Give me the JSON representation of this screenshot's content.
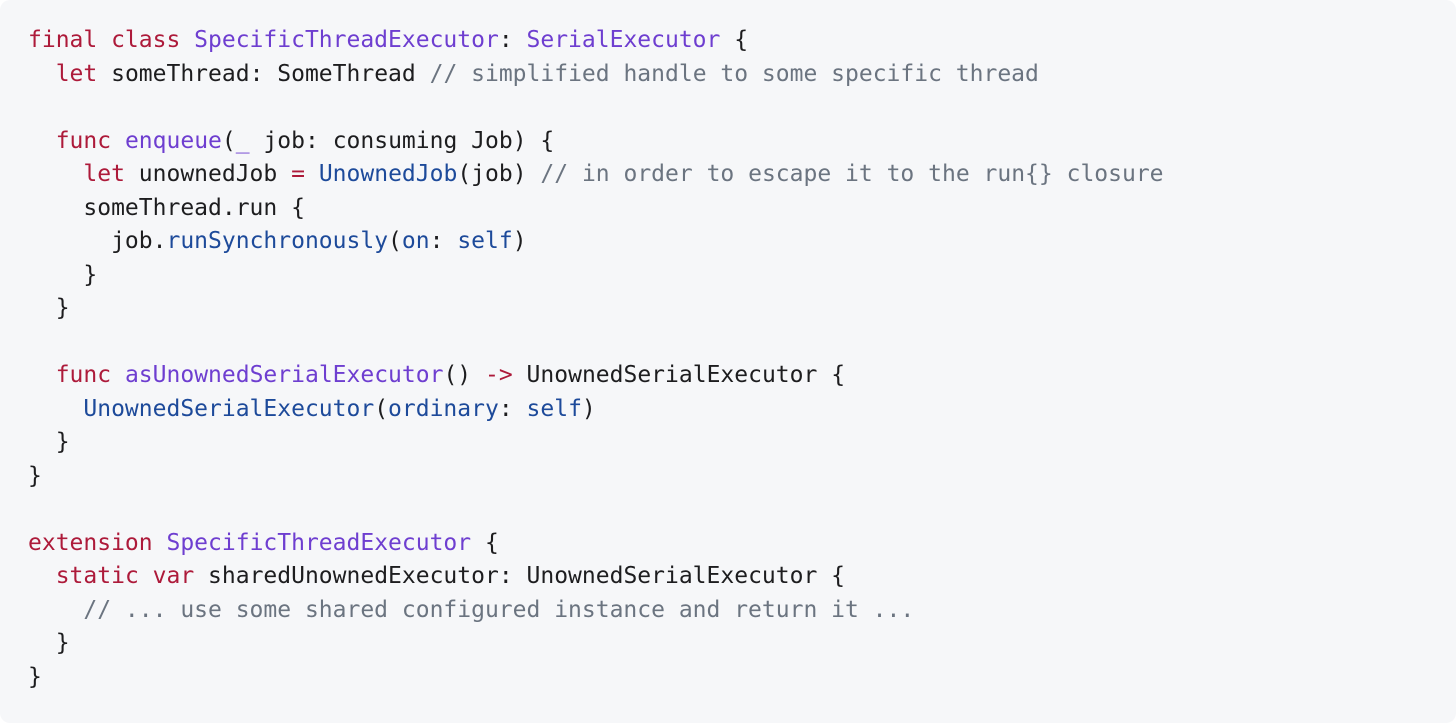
{
  "colors": {
    "background": "#f6f7f9",
    "plain": "#1d1d1f",
    "keyword": "#ad1a3a",
    "type": "#6e3ed0",
    "function": "#1d4a9a",
    "comment": "#6b7480"
  },
  "lines": [
    [
      {
        "t": "final class ",
        "k": "kw"
      },
      {
        "t": "SpecificThreadExecutor",
        "k": "type"
      },
      {
        "t": ": ",
        "k": "pl"
      },
      {
        "t": "SerialExecutor",
        "k": "type"
      },
      {
        "t": " {",
        "k": "pl"
      }
    ],
    [
      {
        "t": "  ",
        "k": "pl"
      },
      {
        "t": "let",
        "k": "kw"
      },
      {
        "t": " someThread: SomeThread ",
        "k": "pl"
      },
      {
        "t": "// simplified handle to some specific thread",
        "k": "cm"
      }
    ],
    [],
    [
      {
        "t": "  ",
        "k": "pl"
      },
      {
        "t": "func",
        "k": "kw"
      },
      {
        "t": " ",
        "k": "pl"
      },
      {
        "t": "enqueue",
        "k": "type"
      },
      {
        "t": "(",
        "k": "pl"
      },
      {
        "t": "_",
        "k": "type"
      },
      {
        "t": " job: consuming Job) {",
        "k": "pl"
      }
    ],
    [
      {
        "t": "    ",
        "k": "pl"
      },
      {
        "t": "let",
        "k": "kw"
      },
      {
        "t": " unownedJob ",
        "k": "pl"
      },
      {
        "t": "=",
        "k": "kw"
      },
      {
        "t": " ",
        "k": "pl"
      },
      {
        "t": "UnownedJob",
        "k": "fn"
      },
      {
        "t": "(job) ",
        "k": "pl"
      },
      {
        "t": "// in order to escape it to the run{} closure",
        "k": "cm"
      }
    ],
    [
      {
        "t": "    someThread.run {",
        "k": "pl"
      }
    ],
    [
      {
        "t": "      job.",
        "k": "pl"
      },
      {
        "t": "runSynchronously",
        "k": "fn"
      },
      {
        "t": "(",
        "k": "pl"
      },
      {
        "t": "on",
        "k": "fn"
      },
      {
        "t": ": ",
        "k": "pl"
      },
      {
        "t": "self",
        "k": "fn"
      },
      {
        "t": ")",
        "k": "pl"
      }
    ],
    [
      {
        "t": "    }",
        "k": "pl"
      }
    ],
    [
      {
        "t": "  }",
        "k": "pl"
      }
    ],
    [],
    [
      {
        "t": "  ",
        "k": "pl"
      },
      {
        "t": "func",
        "k": "kw"
      },
      {
        "t": " ",
        "k": "pl"
      },
      {
        "t": "asUnownedSerialExecutor",
        "k": "type"
      },
      {
        "t": "() ",
        "k": "pl"
      },
      {
        "t": "->",
        "k": "kw"
      },
      {
        "t": " UnownedSerialExecutor {",
        "k": "pl"
      }
    ],
    [
      {
        "t": "    ",
        "k": "pl"
      },
      {
        "t": "UnownedSerialExecutor",
        "k": "fn"
      },
      {
        "t": "(",
        "k": "pl"
      },
      {
        "t": "ordinary",
        "k": "fn"
      },
      {
        "t": ": ",
        "k": "pl"
      },
      {
        "t": "self",
        "k": "fn"
      },
      {
        "t": ")",
        "k": "pl"
      }
    ],
    [
      {
        "t": "  }",
        "k": "pl"
      }
    ],
    [
      {
        "t": "}",
        "k": "pl"
      }
    ],
    [],
    [
      {
        "t": "extension",
        "k": "kw"
      },
      {
        "t": " ",
        "k": "pl"
      },
      {
        "t": "SpecificThreadExecutor",
        "k": "type"
      },
      {
        "t": " {",
        "k": "pl"
      }
    ],
    [
      {
        "t": "  ",
        "k": "pl"
      },
      {
        "t": "static var",
        "k": "kw"
      },
      {
        "t": " sharedUnownedExecutor: UnownedSerialExecutor {",
        "k": "pl"
      }
    ],
    [
      {
        "t": "    ",
        "k": "pl"
      },
      {
        "t": "// ... use some shared configured instance and return it ...",
        "k": "cm"
      }
    ],
    [
      {
        "t": "  }",
        "k": "pl"
      }
    ],
    [
      {
        "t": "}",
        "k": "pl"
      }
    ]
  ]
}
